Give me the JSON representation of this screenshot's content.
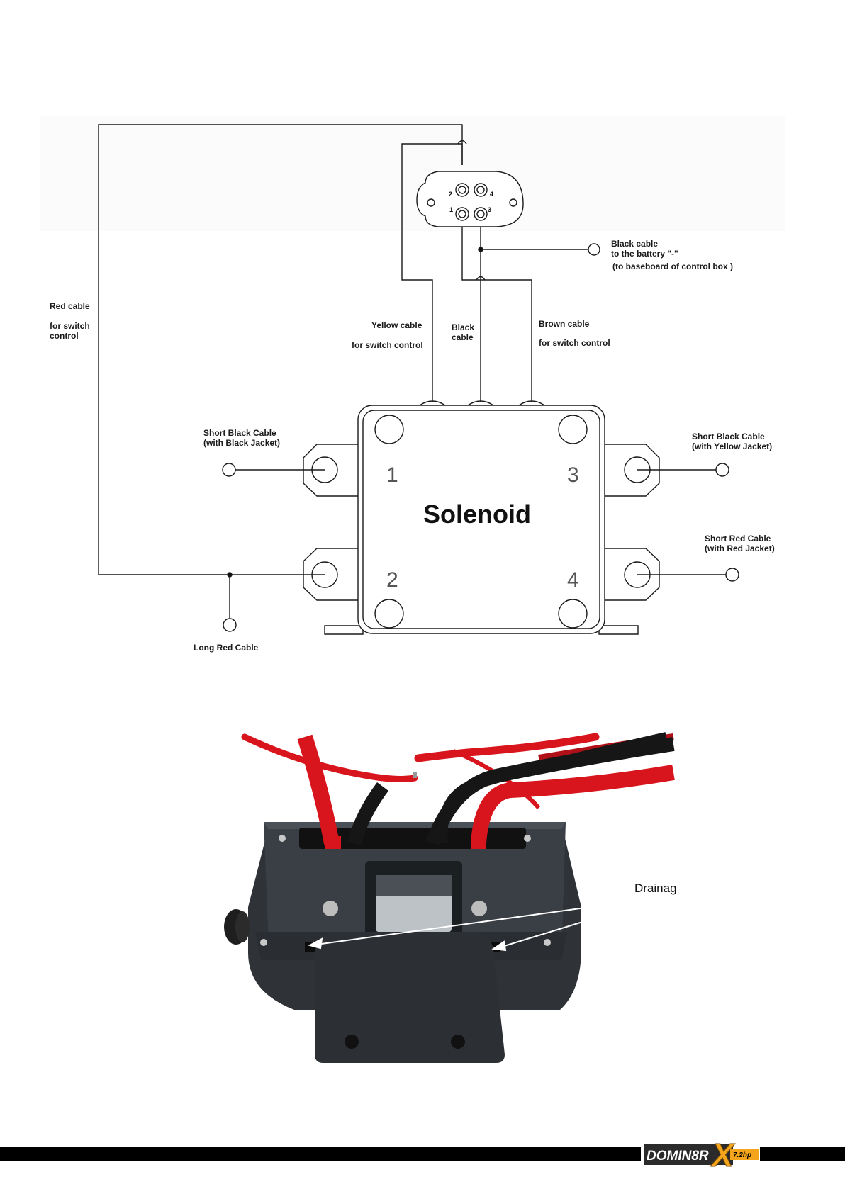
{
  "diagram": {
    "connector_pins": [
      "2",
      "4",
      "1",
      "3"
    ],
    "labels": {
      "black_battery_1": "Black cable",
      "black_battery_2": "to the battery \"-\"",
      "black_battery_3": "(to baseboard of control box )",
      "red_switch_1": "Red cable",
      "red_switch_2": "for switch",
      "red_switch_3": "control",
      "yellow_1": "Yellow cable",
      "yellow_2": "for switch control",
      "black_1": "Black",
      "black_2": "cable",
      "brown_1": "Brown cable",
      "brown_2": "for switch control",
      "short_black_1": "Short Black Cable",
      "short_black_2": "(with Black Jacket)",
      "short_black_yellow_1": "Short Black Cable",
      "short_black_yellow_2": "(with Yellow Jacket)",
      "short_red_1": "Short Red Cable",
      "short_red_2": "(with Red Jacket)",
      "long_red": "Long Red Cable"
    },
    "solenoid_title": "Solenoid",
    "terminals": [
      "1",
      "3",
      "2",
      "4"
    ]
  },
  "photo": {
    "annotation": "Drainag"
  },
  "footer": {
    "logo_text": "DOMIN8R",
    "logo_x": "X",
    "logo_sub": "7.2hp"
  },
  "colors": {
    "footer_bar": "#000000",
    "cable_red": "#d8141c",
    "cable_black": "#161616",
    "box_body": "#2f3338",
    "logo_accent": "#f5a51c"
  }
}
